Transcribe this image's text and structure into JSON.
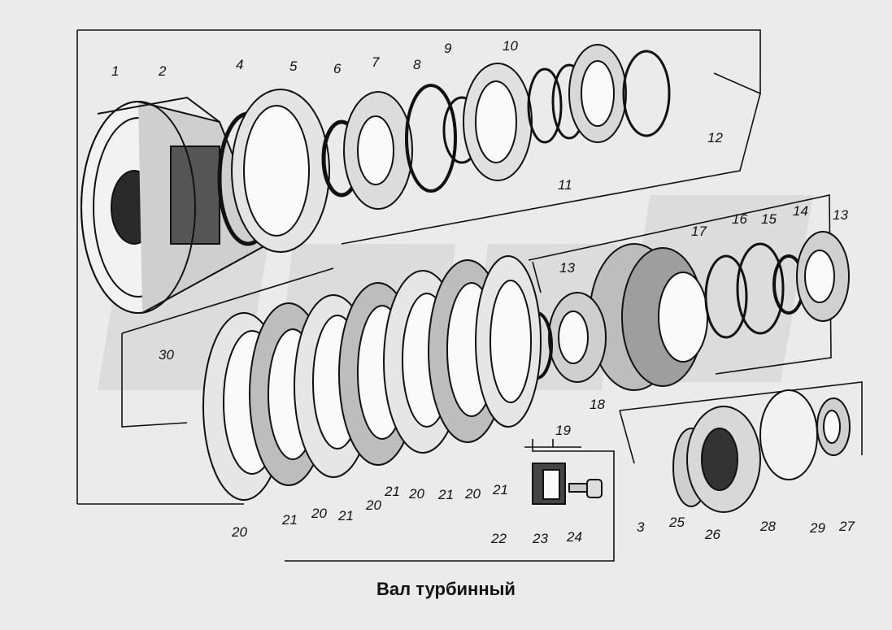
{
  "caption": "Вал турбинный",
  "parts": [
    {
      "n": "1"
    },
    {
      "n": "2"
    },
    {
      "n": "4"
    },
    {
      "n": "5"
    },
    {
      "n": "6"
    },
    {
      "n": "7"
    },
    {
      "n": "8"
    },
    {
      "n": "9"
    },
    {
      "n": "10"
    },
    {
      "n": "12"
    },
    {
      "n": "11"
    },
    {
      "n": "17"
    },
    {
      "n": "16"
    },
    {
      "n": "15"
    },
    {
      "n": "14"
    },
    {
      "n": "13"
    },
    {
      "n": "13"
    },
    {
      "n": "30"
    },
    {
      "n": "18"
    },
    {
      "n": "19"
    },
    {
      "n": "3"
    },
    {
      "n": "20"
    },
    {
      "n": "21"
    },
    {
      "n": "20"
    },
    {
      "n": "21"
    },
    {
      "n": "20"
    },
    {
      "n": "21"
    },
    {
      "n": "20"
    },
    {
      "n": "21"
    },
    {
      "n": "20"
    },
    {
      "n": "21"
    },
    {
      "n": "22"
    },
    {
      "n": "23"
    },
    {
      "n": "24"
    },
    {
      "n": "25"
    },
    {
      "n": "26"
    },
    {
      "n": "28"
    },
    {
      "n": "29"
    },
    {
      "n": "27"
    }
  ]
}
